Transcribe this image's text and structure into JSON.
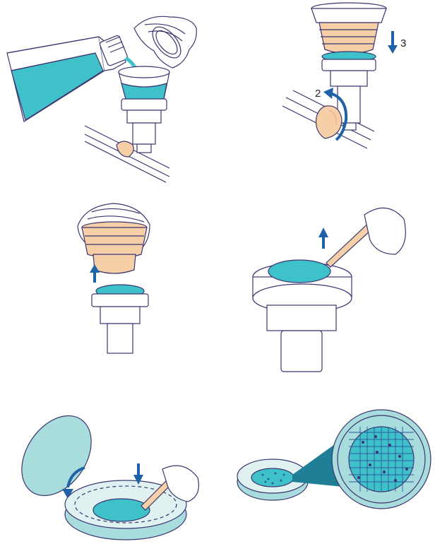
{
  "colors": {
    "outline": "#3b3570",
    "teal": "#3fc1c9",
    "teal_light": "#a9dcdc",
    "peach": "#f6cfa6",
    "peach_dark": "#e9b381",
    "arrow": "#1f62a8",
    "grid": "#2c5aa0"
  },
  "steps": [
    {
      "id": "pour-sample",
      "icons": [
        "bottle-icon",
        "hand-icon",
        "funnel-icon",
        "filter-base-icon"
      ]
    },
    {
      "id": "vacuum-and-cap",
      "labels": [
        "2",
        "3"
      ],
      "icons": [
        "funnel-cap-icon",
        "valve-knob-icon",
        "rotate-arrow-icon",
        "down-arrow-icon"
      ]
    },
    {
      "id": "remove-funnel",
      "icons": [
        "hand-icon",
        "funnel-icon",
        "up-arrow-icon",
        "filter-base-icon"
      ]
    },
    {
      "id": "lift-membrane",
      "icons": [
        "forceps-icon",
        "membrane-icon",
        "up-arrow-icon",
        "filter-base-icon"
      ]
    },
    {
      "id": "place-on-dish",
      "icons": [
        "petri-lid-icon",
        "petri-dish-icon",
        "forceps-icon",
        "down-arrow-icon"
      ]
    },
    {
      "id": "count-colonies",
      "icons": [
        "petri-dish-icon",
        "magnifier-icon",
        "grid-membrane-icon"
      ]
    }
  ],
  "step2": {
    "label_rotate": "2",
    "label_press": "3"
  }
}
